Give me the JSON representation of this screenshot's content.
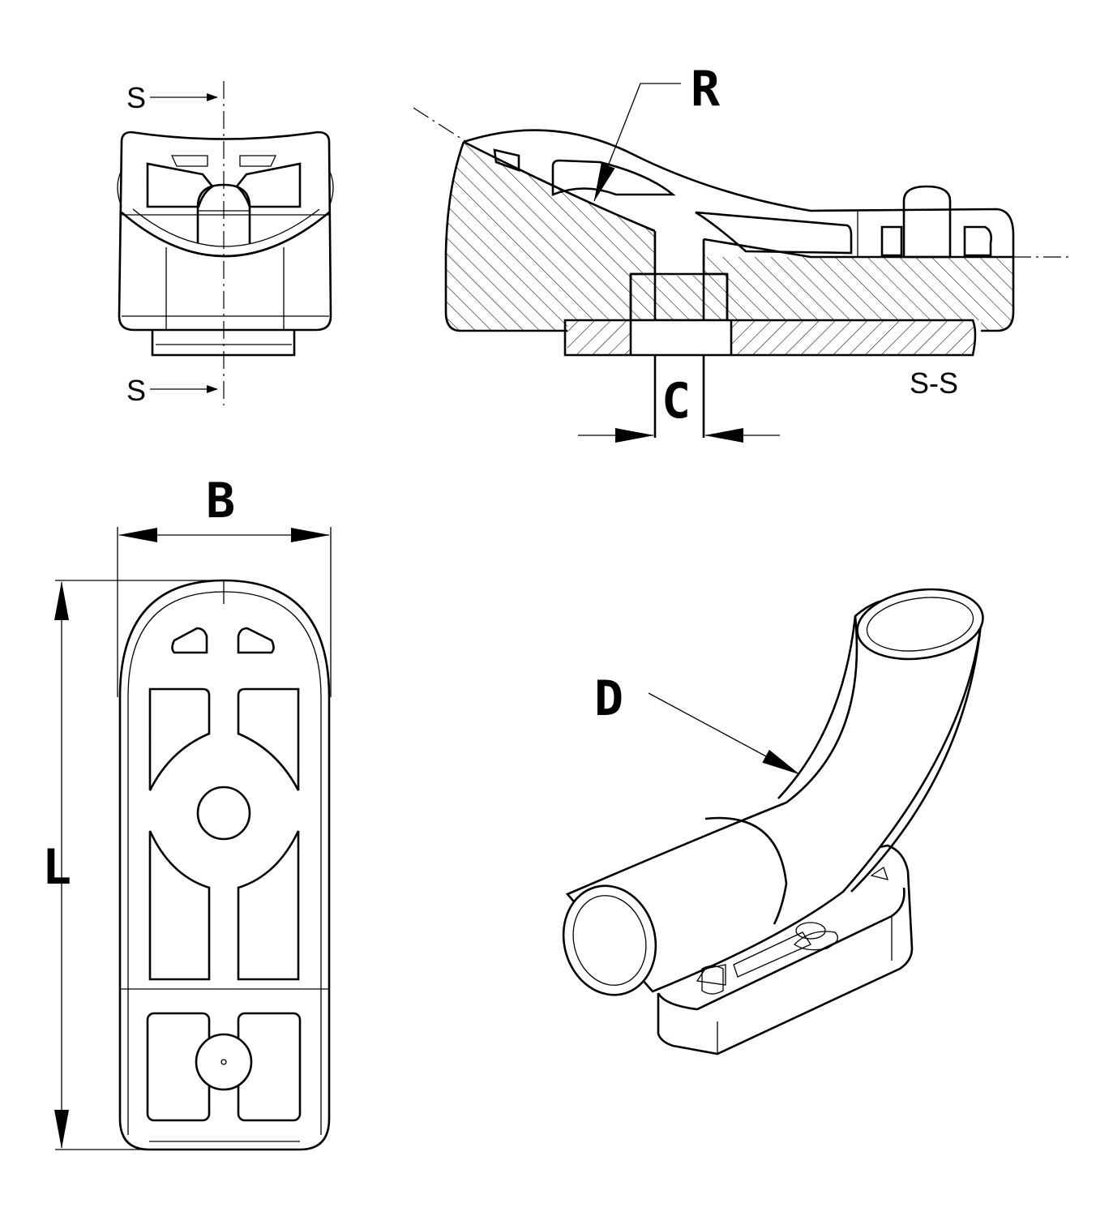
{
  "labels": {
    "section_arrow_top": "S",
    "section_arrow_bottom": "S",
    "radius": "R",
    "clearance": "C",
    "section_name": "S-S",
    "width": "B",
    "length": "L",
    "diameter": "D"
  },
  "colors": {
    "ink": "#000000",
    "paper": "#ffffff"
  },
  "views": [
    "front-view",
    "section-view-s-s",
    "top-view",
    "isometric-view"
  ]
}
